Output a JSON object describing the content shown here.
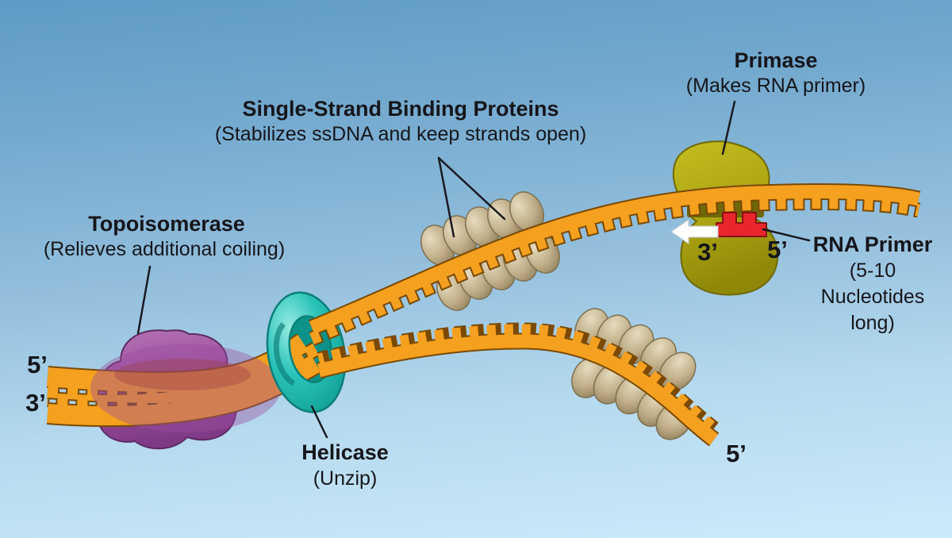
{
  "figure": {
    "labels": {
      "topoisomerase": {
        "title": "Topoisomerase",
        "subtitle": "(Relieves additional coiling)"
      },
      "ssb": {
        "title": "Single-Strand Binding Proteins",
        "subtitle": "(Stabilizes ssDNA and keep strands open)"
      },
      "primase": {
        "title": "Primase",
        "subtitle": "(Makes RNA primer)"
      },
      "helicase": {
        "title": "Helicase",
        "subtitle": "(Unzip)"
      },
      "rna_primer": {
        "title": "RNA Primer",
        "lines": [
          "(5-10",
          "Nucleotides",
          "long)"
        ]
      }
    },
    "strand_labels": {
      "left_five": "5’",
      "left_three": "3’",
      "fork_three": "3’",
      "fork_five": "5’",
      "bottom_five": "5’"
    },
    "colors": {
      "dna": "#F5A01F",
      "dna_outline": "#7A4A05",
      "helicase": "#2BC4BA",
      "topoisomerase": "#9A4D9E",
      "primase": "#ACA411",
      "ssb_protein": "#C3B28C",
      "rna_primer": "#E8262B",
      "arrow": "#FFFFFF",
      "text": "#16161B",
      "background_top": "#5E9BC5",
      "background_bottom": "#CDEAF9"
    }
  }
}
